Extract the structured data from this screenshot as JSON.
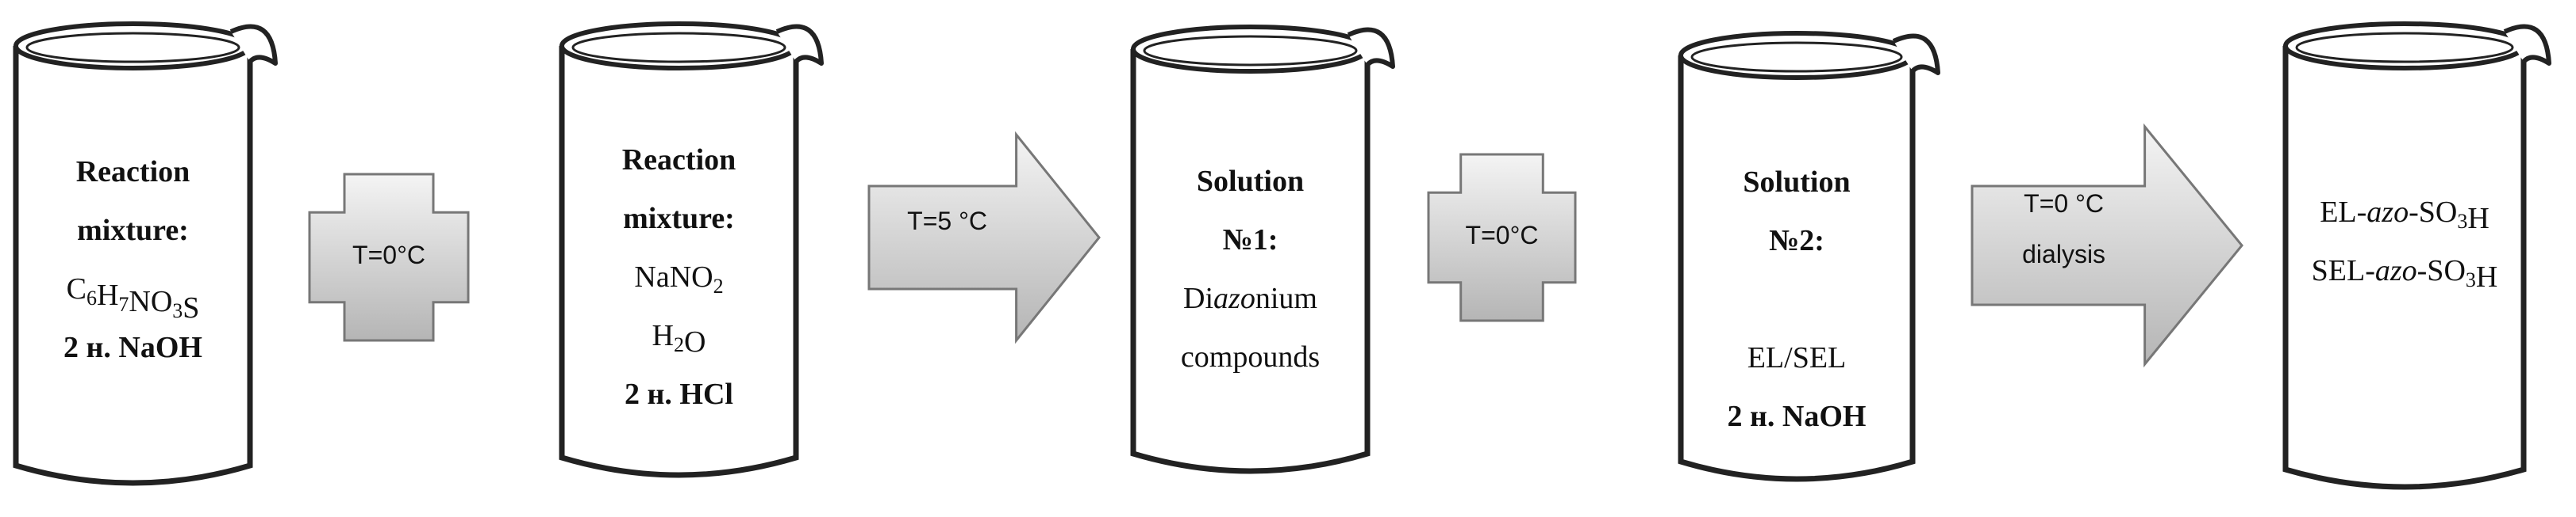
{
  "beakers": [
    {
      "lines": [
        {
          "text": "Reaction",
          "bold": true
        },
        {
          "text": "mixture:",
          "bold": true
        },
        {
          "text": "C6H7NO3S",
          "bold": false
        },
        {
          "text": "2 н. NaOH",
          "bold": true
        }
      ]
    },
    {
      "lines": [
        {
          "text": "Reaction",
          "bold": true
        },
        {
          "text": "mixture:",
          "bold": true
        },
        {
          "text": "NaNO2",
          "bold": false
        },
        {
          "text": "H2O",
          "bold": false
        },
        {
          "text": "2 н. HCl",
          "bold": true
        }
      ]
    },
    {
      "lines": [
        {
          "text": "Solution",
          "bold": true
        },
        {
          "text": "№1:",
          "bold": true
        },
        {
          "text": "Diazonium",
          "bold": false
        },
        {
          "text": "compounds",
          "bold": false
        }
      ]
    },
    {
      "lines": [
        {
          "text": "Solution",
          "bold": true
        },
        {
          "text": "№2:",
          "bold": true
        },
        {
          "text": "",
          "bold": false
        },
        {
          "text": "EL/SEL",
          "bold": false
        },
        {
          "text": "2 н. NaOH",
          "bold": true
        }
      ]
    },
    {
      "lines": [
        {
          "text": "EL-azo-SO3H",
          "bold": false
        },
        {
          "text": "SEL-azo-SO3H",
          "bold": false
        }
      ]
    }
  ],
  "operators": [
    {
      "kind": "plus",
      "lines": [
        "T=0°C"
      ]
    },
    {
      "kind": "arrow",
      "lines": [
        "T=5 °C"
      ]
    },
    {
      "kind": "plus",
      "lines": [
        "T=0°C"
      ]
    },
    {
      "kind": "arrow",
      "lines": [
        "T=0 °C",
        "dialysis"
      ]
    }
  ],
  "colors": {
    "outline": "#222222",
    "shape_light": "#f2f2f2",
    "shape_dark": "#b8b8b8"
  }
}
